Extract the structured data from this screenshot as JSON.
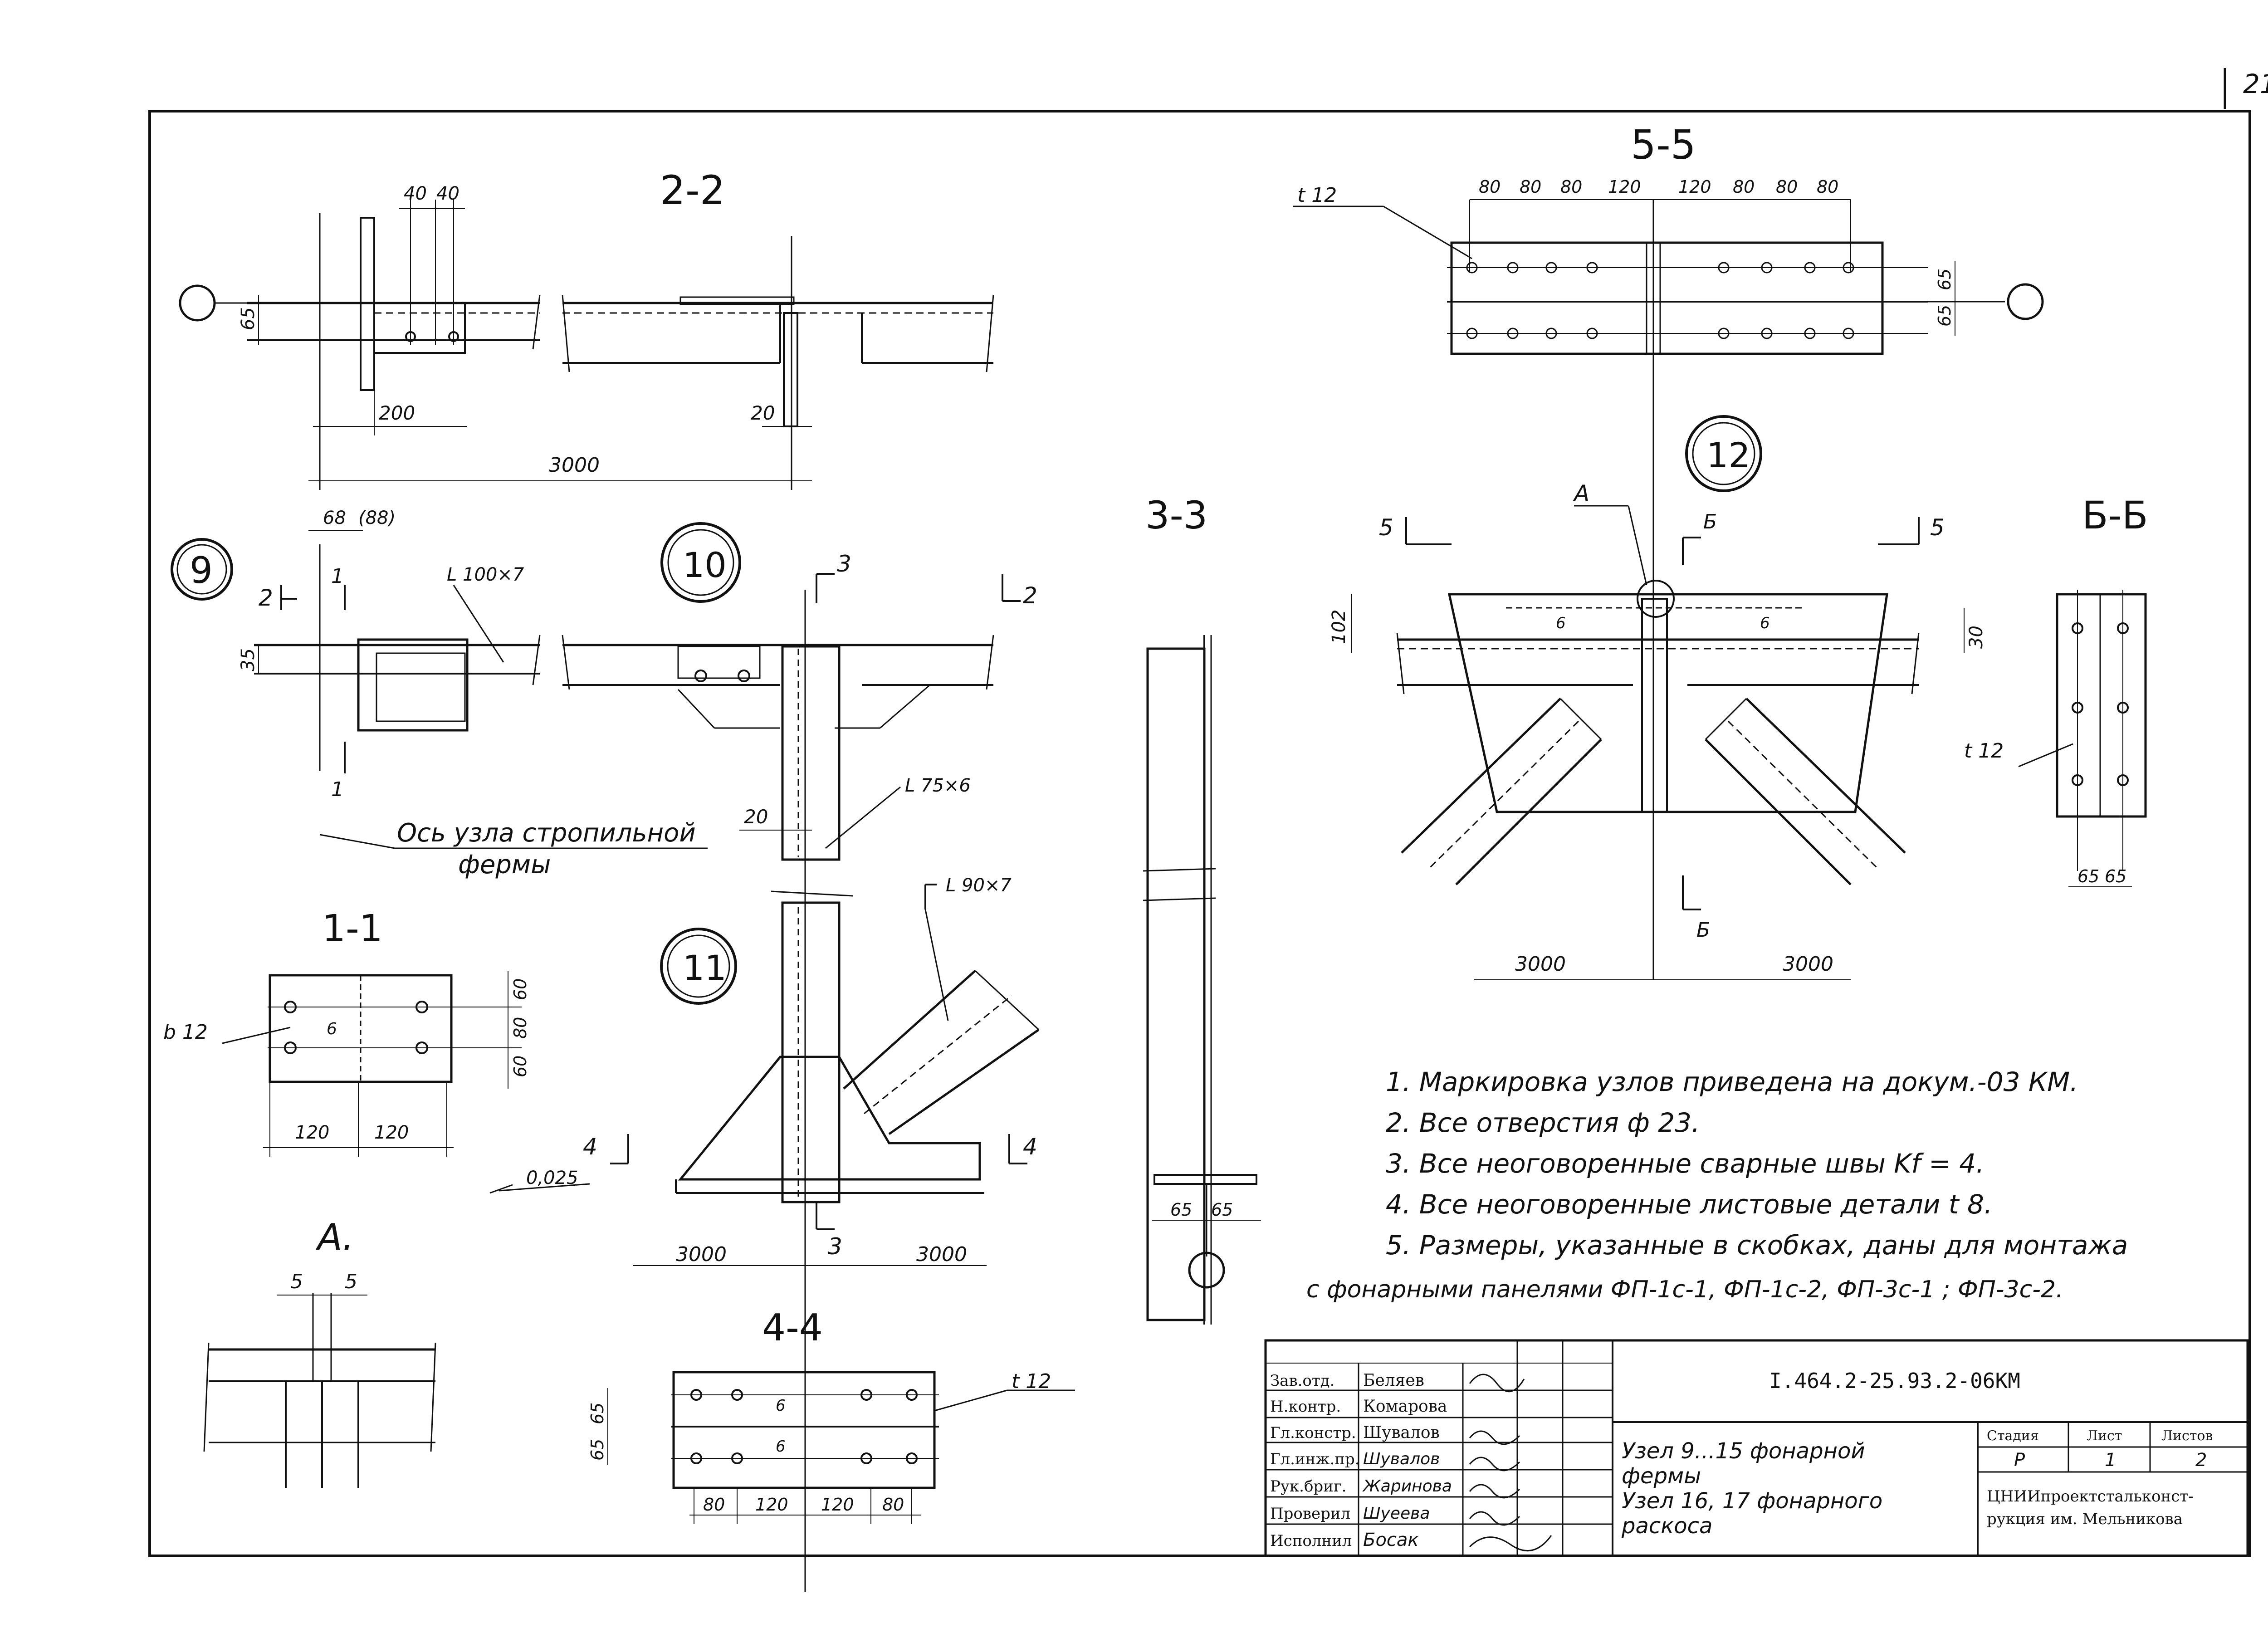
{
  "page_number": "21",
  "node_labels": {
    "n9": "9",
    "n10": "10",
    "n11": "11",
    "n12": "12"
  },
  "sections": {
    "s2_2": "2-2",
    "s3_3": "3-3",
    "s5_5": "5-5",
    "s6_6": "Б-Б",
    "s1_1": "1-1",
    "s4_4": "4-4",
    "sA": "А."
  },
  "cut_marks": {
    "c1": "1",
    "c2": "2",
    "c3": "3",
    "c4": "4",
    "c5": "5",
    "c6": "Б",
    "cA": "А"
  },
  "profiles": {
    "p1": "L 100×7",
    "p2": "L 75×6",
    "p3": "L 90×7"
  },
  "plate_labels": {
    "t12": "t 12",
    "b12": "b 12",
    "slope": "0,025"
  },
  "dims": {
    "d40": "40",
    "d65": "65",
    "d200": "200",
    "d20": "20",
    "d3000": "3000",
    "d68": "68",
    "d88": "(88)",
    "d35": "35",
    "d80": "80",
    "d120": "120",
    "d60": "60",
    "d102": "102",
    "d30": "30",
    "d5": "5",
    "d6": "6"
  },
  "axis_note": {
    "line1": "Ось узла стропильной",
    "line2": "фермы"
  },
  "notes": [
    "1. Маркировка узлов приведена на докум.-03 КМ.",
    "2. Все отверстия ф 23.",
    "3. Все неоговоренные сварные швы  Kf = 4.",
    "4. Все неоговоренные листовые детали t 8.",
    "5. Размеры, указанные в скобках, даны для монтажа",
    "с фонарными панелями ФП-1с-1, ФП-1с-2, ФП-3с-1 ; ФП-3с-2."
  ],
  "title_block": {
    "roles": [
      "Зав.отд.",
      "Н.контр.",
      "Гл.констр.",
      "Гл.инж.пр.",
      "Рук.бриг.",
      "Проверил",
      "Исполнил"
    ],
    "names": [
      "Беляев",
      "Комарова",
      "Шувалов",
      "Шувалов",
      "Жаринова",
      "Шуеева",
      "Босак"
    ],
    "doc_code": "I.464.2-25.93.2-06КМ",
    "title_lines": [
      "Узел 9...15 фонарной",
      "фермы",
      "Узел 16, 17 фонарного",
      "раскоса"
    ],
    "stage_header": "Стадия",
    "sheet_header": "Лист",
    "sheets_header": "Листов",
    "stage": "Р",
    "sheet": "1",
    "sheets": "2",
    "org_line1": "ЦНИИпроектстальконст-",
    "org_line2": "рукция им. Мельникова"
  }
}
